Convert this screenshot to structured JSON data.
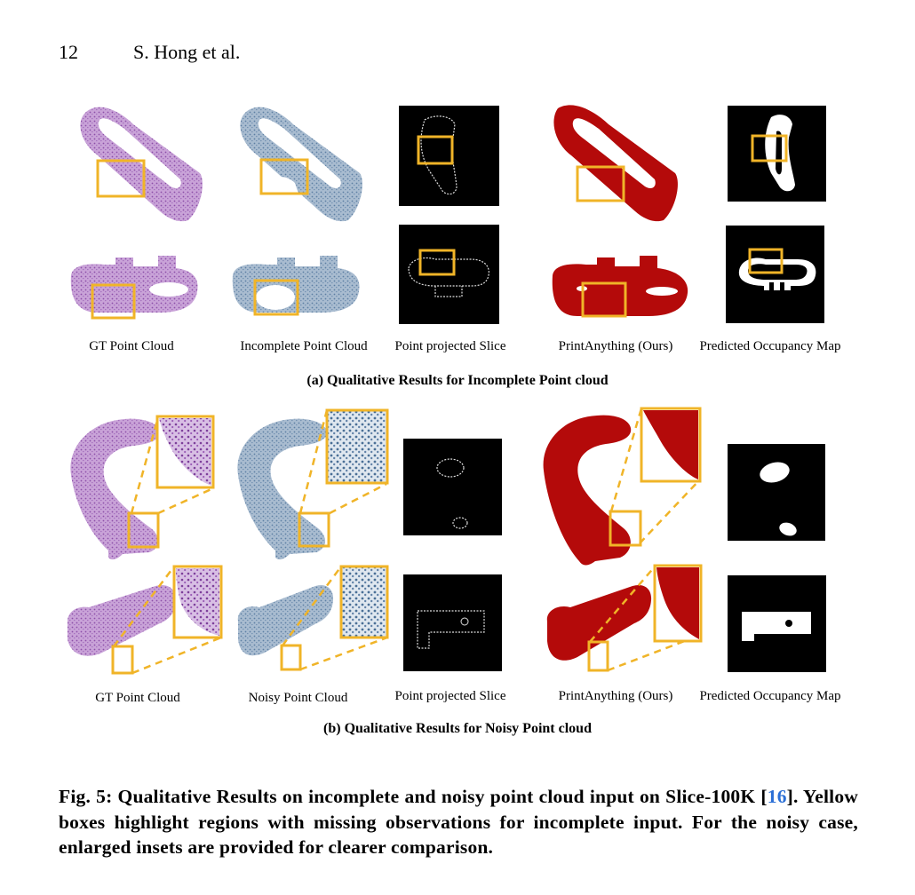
{
  "header": {
    "page_number": "12",
    "authors": "S. Hong et al."
  },
  "panel_a": {
    "column_labels": [
      "GT Point Cloud",
      "Incomplete Point Cloud",
      "Point projected Slice",
      "PrintAnything (Ours)",
      "Predicted Occupancy Map"
    ],
    "subcaption": "(a) Qualitative Results for Incomplete Point cloud"
  },
  "panel_b": {
    "column_labels": [
      "GT Point Cloud",
      "Noisy Point Cloud",
      "Point projected Slice",
      "PrintAnything (Ours)",
      "Predicted Occupancy Map"
    ],
    "subcaption": "(b) Qualitative Results for Noisy Point cloud"
  },
  "caption": {
    "prefix": "Fig. 5: Qualitative Results on incomplete and noisy point cloud input on Slice-100K [",
    "ref": "16",
    "suffix": "]. Yellow boxes highlight regions with missing observations for incomplete input. For the noisy case, enlarged insets are provided for clearer comparison."
  },
  "colors": {
    "gt_purple": "#b482c8",
    "noisy_blue": "#7d9bb9",
    "pred_red": "#b40a0a",
    "highlight_yellow": "#f0b428",
    "ref_blue": "#2b6fd6"
  }
}
